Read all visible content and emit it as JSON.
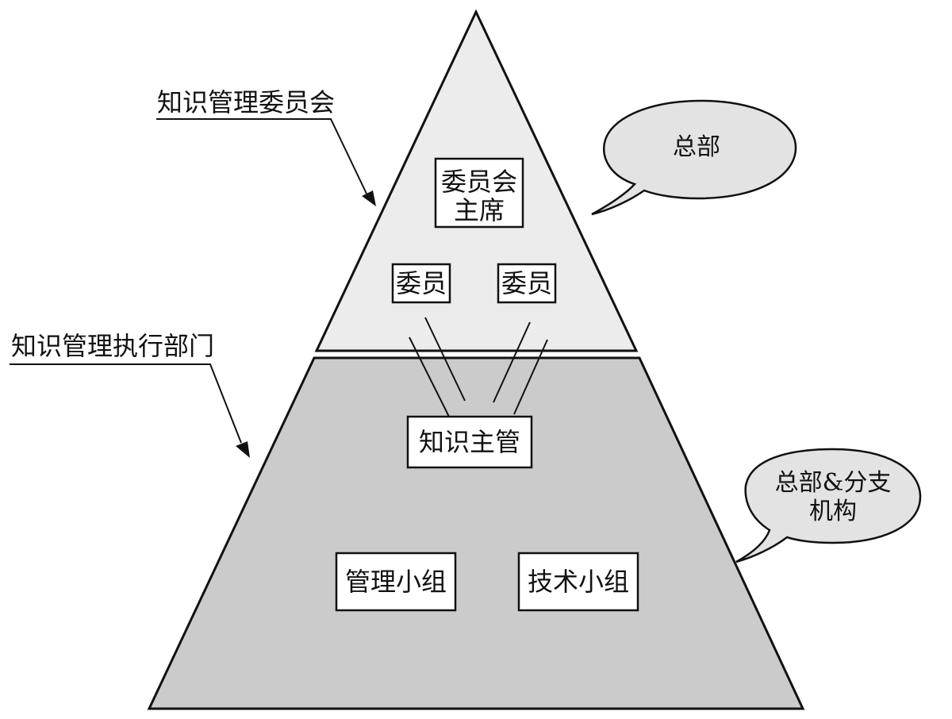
{
  "labels": {
    "committee": "知识管理委员会",
    "execution_dept": "知识管理执行部门"
  },
  "callouts": {
    "headquarters": "总部",
    "hq_and_branch_line1": "总部&分支",
    "hq_and_branch_line2": "机构"
  },
  "boxes": {
    "chairman_line1": "委员会",
    "chairman_line2": "主席",
    "member_left": "委员",
    "member_right": "委员",
    "knowledge_manager": "知识主管",
    "management_group": "管理小组",
    "technical_group": "技术小组"
  },
  "colors": {
    "top_section_fill": "#ececec",
    "bottom_section_fill": "#cbcbcb",
    "callout_fill": "#e3e3e3",
    "box_fill": "#ffffff",
    "stroke": "#111111"
  }
}
